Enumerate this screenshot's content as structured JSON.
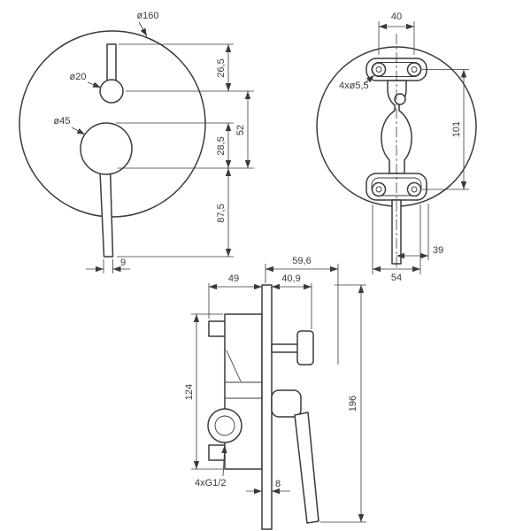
{
  "drawing": {
    "front_view": {
      "plate_diameter": "ø160",
      "pin_diameter": "ø20",
      "knob_diameter": "ø45",
      "dim_pin_top": "26,5",
      "dim_pin_to_knob": "52",
      "dim_knob_section": "28,5",
      "dim_lever_length": "87,5",
      "dim_lever_width": "9"
    },
    "rear_view": {
      "dim_screw_spacing": "40",
      "screw_holes": "4xø5,5",
      "dim_bracket_span": "101",
      "dim_outlet_offset": "39",
      "dim_body_width": "54"
    },
    "side_view": {
      "dim_total_depth": "59,6",
      "dim_body_depth": "49",
      "dim_front_depth": "40,9",
      "dim_body_height": "124",
      "dim_total_height": "196",
      "connection_thread": "4xG1/2",
      "dim_plate_thickness": "8"
    },
    "colors": {
      "line": "#3a3a3a",
      "background": "#ffffff"
    }
  }
}
